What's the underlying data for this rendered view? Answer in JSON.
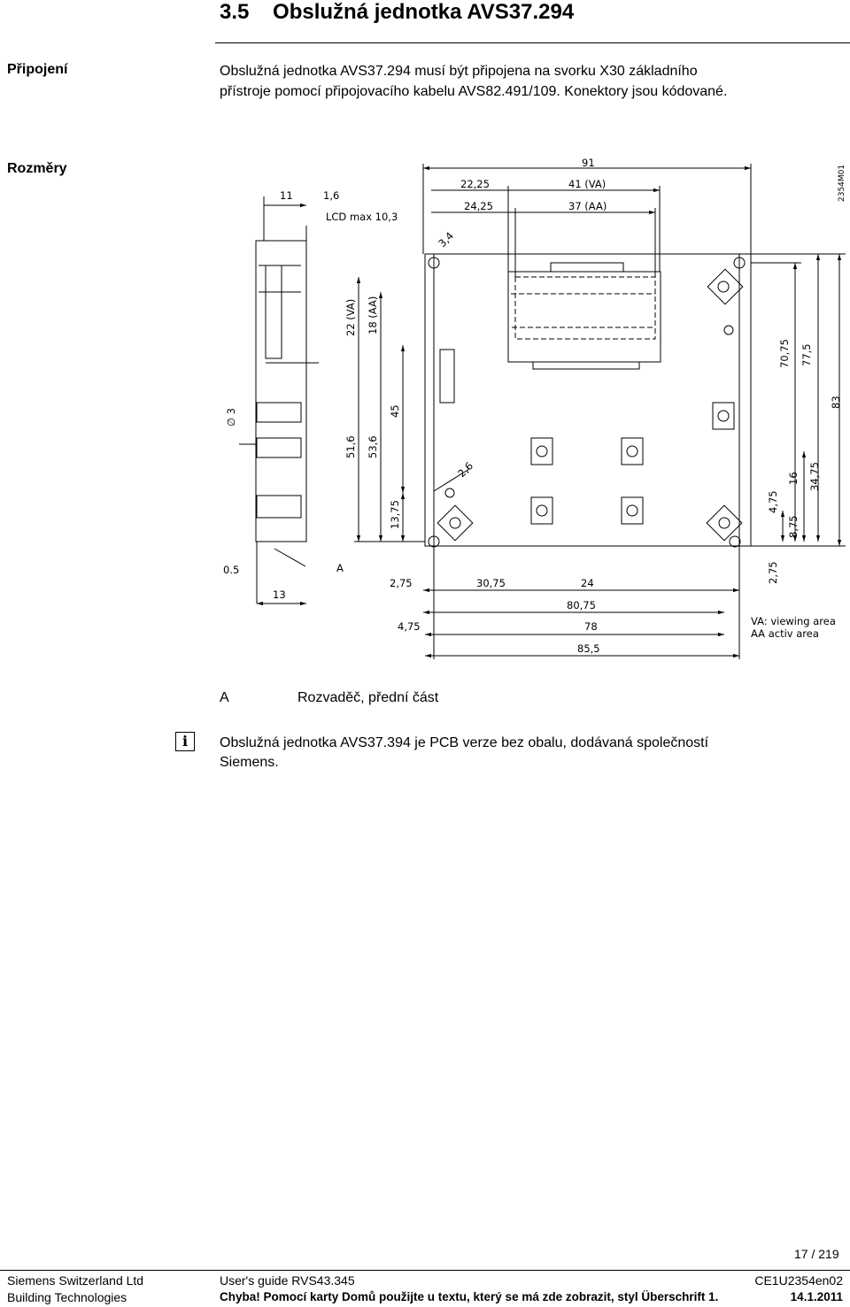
{
  "heading": {
    "number": "3.5",
    "title": "Obslužná jednotka AVS37.294"
  },
  "connection": {
    "label": "Připojení",
    "lines": [
      "Obslužná jednotka AVS37.294 musí být připojena na svorku X30 základního",
      "přístroje pomocí připojovacího kabelu AVS82.491/109. Konektory jsou kódované."
    ]
  },
  "dimensions": {
    "label": "Rozměry",
    "drawing_id": "2354M01",
    "labels": {
      "d91": "91",
      "d2225": "22,25",
      "d41va": "41 (VA)",
      "d2425": "24,25",
      "d37aa": "37 (AA)",
      "d11": "11",
      "d16": "1,6",
      "lcd": "LCD max 10,3",
      "d34": "3,4",
      "d22va": "22 (VA)",
      "d18aa": "18 (AA)",
      "d45": "45",
      "d516": "51,6",
      "d536": "53,6",
      "d1375": "13,75",
      "d26": "2,6",
      "phi3": "∅ 3",
      "d05": "0.5",
      "d13": "13",
      "a": "A",
      "d275a": "2,75",
      "d3075": "30,75",
      "d24": "24",
      "d8075": "80,75",
      "d475a": "4,75",
      "d78": "78",
      "d855": "85,5",
      "d7075": "70,75",
      "d775": "77,5",
      "d83": "83",
      "d475b": "4,75",
      "d16v": "16",
      "d3475": "34,75",
      "d875": "8,75",
      "d275b": "2,75",
      "legend_va": "VA: viewing area",
      "legend_aa": "AA  activ area"
    }
  },
  "legend_a": {
    "key": "A",
    "text": "Rozvaděč, přední část"
  },
  "note": {
    "icon": "info-icon",
    "lines": [
      "Obslužná jednotka AVS37.394 je PCB verze bez obalu, dodávaná společností",
      "Siemens."
    ]
  },
  "footer": {
    "page": "17 / 219",
    "company": "Siemens Switzerland Ltd",
    "division": "Building Technologies",
    "doc_title": "User's guide RVS43.345",
    "error": "Chyba! Pomocí karty Domů použijte u textu, který se má zde zobrazit, styl Überschrift 1.",
    "code": "CE1U2354en02",
    "date": "14.1.2011"
  }
}
